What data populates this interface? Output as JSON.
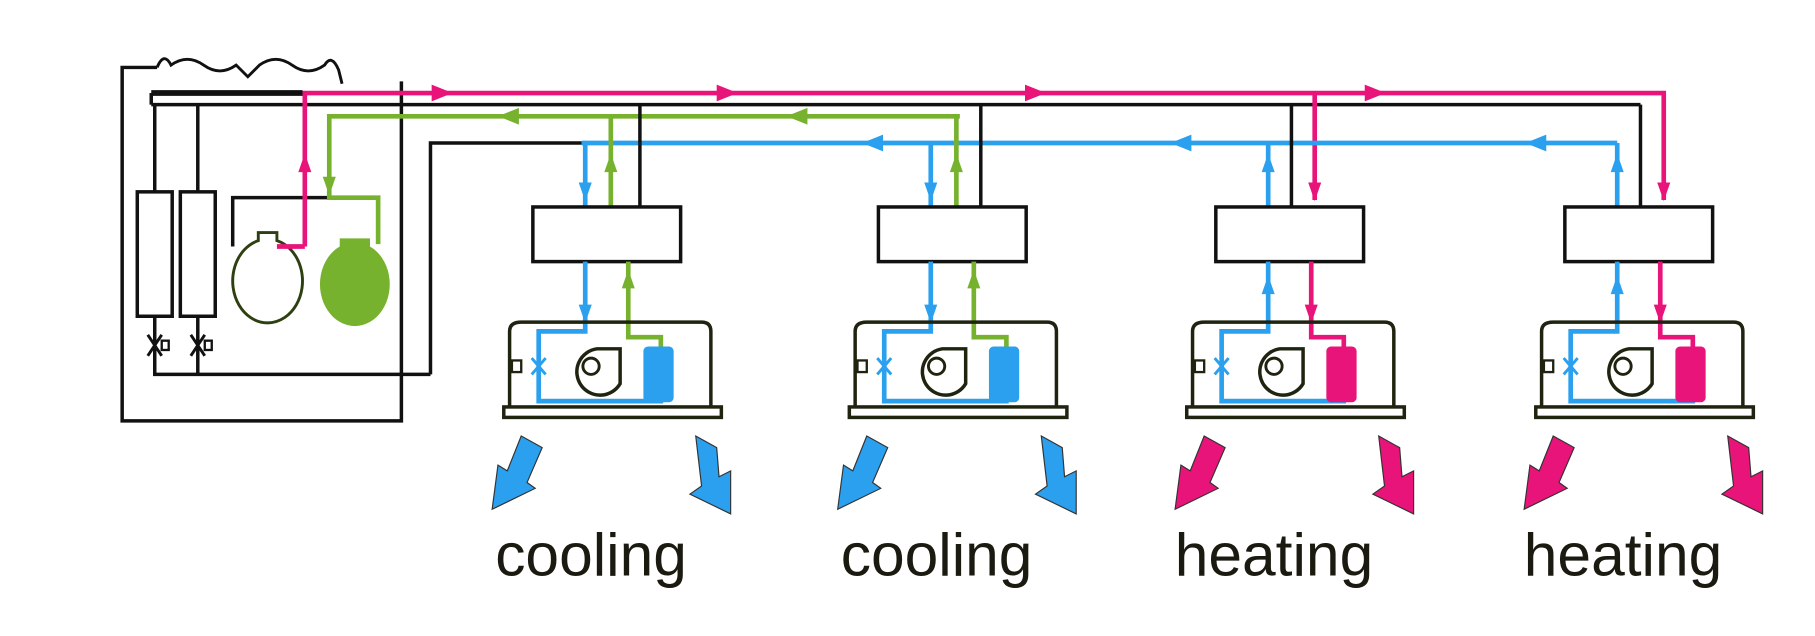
{
  "colors": {
    "hot_gas": "#e8147a",
    "liquid": "#2aa0ee",
    "suction": "#77b22e",
    "outline": "#111111",
    "unit_outline": "#1f2410"
  },
  "units": [
    {
      "label": "cooling",
      "mode": "cooling"
    },
    {
      "label": "cooling",
      "mode": "cooling"
    },
    {
      "label": "heating",
      "mode": "heating"
    },
    {
      "label": "heating",
      "mode": "heating"
    }
  ]
}
